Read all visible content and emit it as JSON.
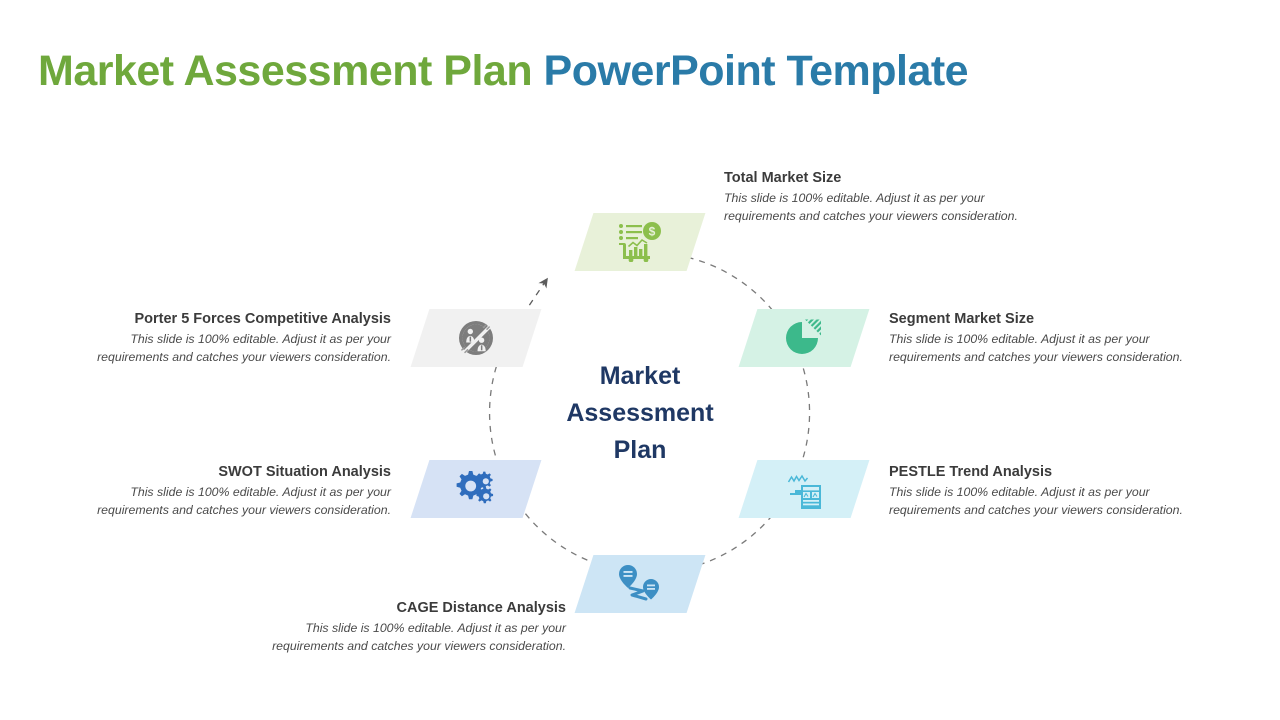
{
  "title": {
    "part1": "Market Assessment Plan",
    "part2": " PowerPoint Template",
    "color1": "#6fa83c",
    "color2": "#2a7ba8"
  },
  "center": {
    "line1": "Market",
    "line2": "Assessment",
    "line3": "Plan",
    "color": "#1f3864"
  },
  "body_text_line1": "This slide is 100%  editable. Adjust it as per your",
  "body_text_line2": "requirements and catches your viewers consideration.",
  "nodes": [
    {
      "id": "total-market-size",
      "heading": "Total Market Size",
      "desc_line1": "This slide is 100%  editable. Adjust it as per your",
      "desc_line2": "requirements and catches your viewers consideration.",
      "icon": "cart-bar-chart-dollar-icon",
      "fill": "#e8f1d9",
      "icon_color": "#8cbf4d"
    },
    {
      "id": "segment-market-size",
      "heading": "Segment Market Size",
      "desc_line1": "This slide is 100%  editable. Adjust it as per your",
      "desc_line2": "requirements and catches your viewers consideration.",
      "icon": "pie-chart-icon",
      "fill": "#d5f2e5",
      "icon_color": "#3cb98b"
    },
    {
      "id": "pestle-trend-analysis",
      "heading": "PESTLE Trend Analysis",
      "desc_line1": "This slide is 100%  editable. Adjust it as per your",
      "desc_line2": "requirements and catches your viewers consideration.",
      "icon": "monitor-report-icon",
      "fill": "#d4f0f7",
      "icon_color": "#4ab8d8"
    },
    {
      "id": "cage-distance-analysis",
      "heading": "CAGE Distance Analysis",
      "desc_line1": "This slide is 100%  editable. Adjust it as per your",
      "desc_line2": "requirements and catches your viewers consideration.",
      "icon": "map-pins-route-icon",
      "fill": "#cde5f5",
      "icon_color": "#3d8fc4"
    },
    {
      "id": "swot-situation-analysis",
      "heading": "SWOT Situation Analysis",
      "desc_line1": "This slide is 100%  editable. Adjust it as per your",
      "desc_line2": "requirements and catches your viewers consideration.",
      "icon": "gears-icon",
      "fill": "#d6e2f5",
      "icon_color": "#2f6dbd"
    },
    {
      "id": "porter-5-forces",
      "heading": "Porter 5 Forces Competitive Analysis",
      "desc_line1": "This slide is 100%  editable. Adjust it as per your",
      "desc_line2": "requirements and catches your viewers consideration.",
      "icon": "competitive-people-circle-icon",
      "fill": "#f1f1f1",
      "icon_color": "#7d7d7d"
    }
  ],
  "flow": {
    "direction_icon": "arrow-head-icon",
    "stroke_color": "#6b6b6b"
  }
}
